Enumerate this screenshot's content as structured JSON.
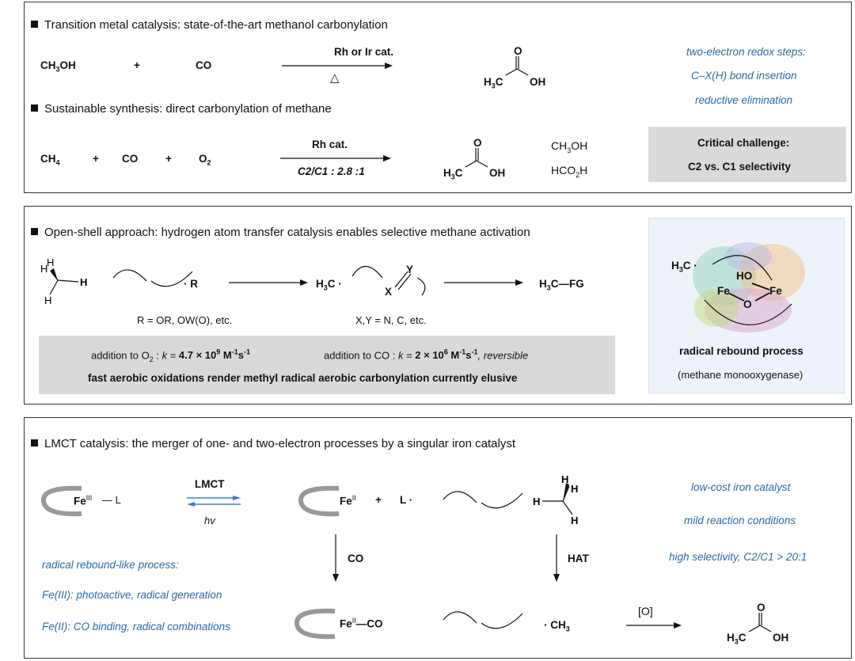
{
  "panel1": {
    "heading1": "Transition metal catalysis: state-of-the-art methanol carbonylation",
    "heading2": "Sustainable synthesis: direct carbonylation of methane",
    "row1": {
      "reactant1": "CH3OH",
      "plus": "+",
      "reactant2": "CO",
      "condition_top": "Rh or Ir cat.",
      "condition_bottom": "△",
      "product_O": "O",
      "product_left": "H3C",
      "product_right": "OH"
    },
    "row2": {
      "reactant1": "CH4",
      "plus1": "+",
      "reactant2": "CO",
      "plus2": "+",
      "reactant3": "O2",
      "condition_top": "Rh cat.",
      "condition_bottom": "C2/C1 : 2.8 :1",
      "product_O": "O",
      "product_left": "H3C",
      "product_right": "OH",
      "side1": "CH3OH",
      "side2": "HCO2H"
    },
    "notes": [
      "two-electron redox steps:",
      "C–X(H) bond insertion",
      "reductive elimination"
    ],
    "challenge": {
      "line1": "Critical challenge:",
      "line2": "C2 vs. C1 selectivity"
    }
  },
  "panel2": {
    "heading": "Open-shell approach: hydrogen atom transfer catalysis enables selective methane activation",
    "scheme": {
      "radical_R": "· R",
      "r_note": "R = OR, OW(O), etc.",
      "methyl_radical": "H3C ·",
      "xy_X": "X",
      "xy_Y": "Y",
      "xy_note": "X,Y = N, C, etc.",
      "product": "H3C—FG"
    },
    "box": {
      "o2_label": "addition to O2 : k = ",
      "o2_value": "4.7 × 10^9 M^-1s^-1",
      "co_label": "addition to CO : k = ",
      "co_value": "2 × 10^6 M^-1s^-1",
      "co_suffix": ", reversible",
      "conclusion": "fast aerobic oxidations render methyl radical aerobic carbonylation currently elusive"
    },
    "enzyme": {
      "methyl": "H3C ·",
      "ho": "HO",
      "fe1": "Fe",
      "o": "O",
      "fe2": "Fe",
      "title": "radical rebound process",
      "subtitle": "(methane monooxygenase)"
    }
  },
  "panel3": {
    "heading": "LMCT catalysis: the merger of one- and two-electron processes by a singular iron catalyst",
    "scheme": {
      "fe3": "Fe",
      "fe3_ox": "III",
      "ligand": "L",
      "lmct": "LMCT",
      "hv": "hv",
      "fe2": "Fe",
      "fe2_ox": "II",
      "plus": "+",
      "l_radical": "L ·",
      "co_step": "CO",
      "hat_step": "HAT",
      "feco_fe": "Fe",
      "feco_ox": "II",
      "feco_co": "CO",
      "methyl": "· CH3",
      "oxidant": "[O]",
      "product_O": "O",
      "product_left": "H3C",
      "product_right": "OH"
    },
    "left_notes": [
      "radical rebound-like process:",
      "Fe(III): photoactive, radical generation",
      "Fe(II): CO binding, radical combinations"
    ],
    "right_notes": [
      "low-cost iron catalyst",
      "mild reaction conditions",
      "high selectivity, C2/C1 > 20:1"
    ]
  },
  "colors": {
    "note_blue": "#2a6aa3",
    "box_gray": "#d9d9d9",
    "arrow_blue": "#3b7fd0"
  }
}
